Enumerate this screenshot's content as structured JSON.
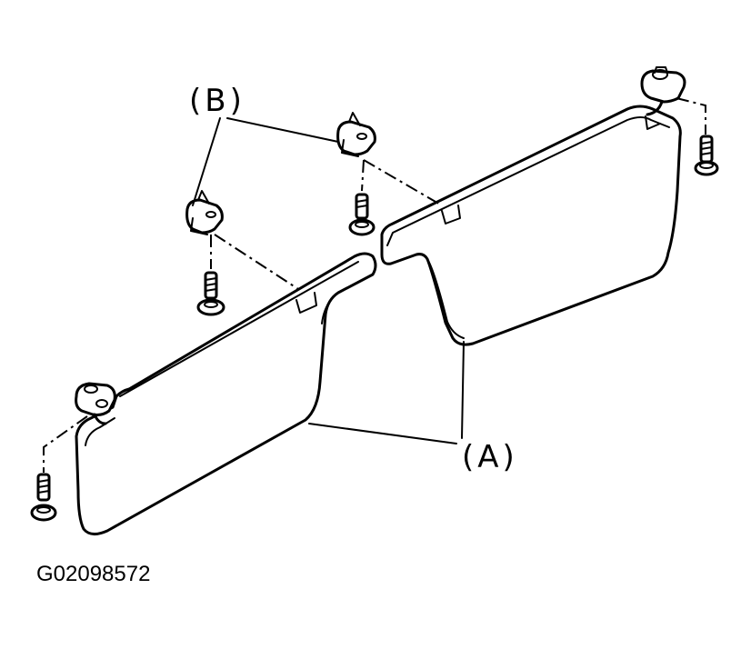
{
  "labels": {
    "a": "(A)",
    "b": "(B)"
  },
  "figure_id": "G02098572"
}
